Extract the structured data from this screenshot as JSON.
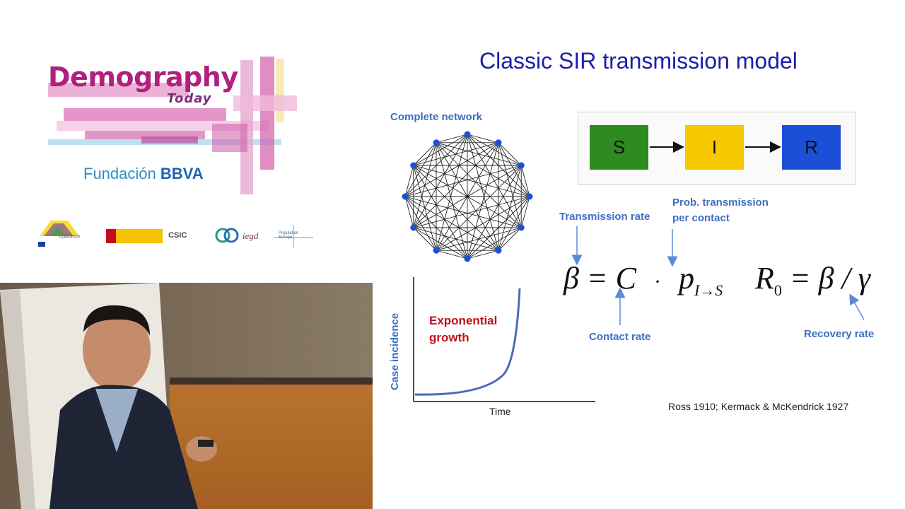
{
  "branding": {
    "title": "Demography",
    "subtitle": "Today",
    "foundation_prefix": "Fundación",
    "foundation_brand": "BBVA",
    "partners": [
      "LONGPOP",
      "CSIC",
      "iegd",
      "Population Europe"
    ]
  },
  "slide": {
    "title": "Classic SIR transmission model",
    "network_label": "Complete network",
    "sir_states": [
      "S",
      "I",
      "R"
    ],
    "sir_colors": [
      "#2e8b1f",
      "#f5c800",
      "#1c4fd8"
    ],
    "labels": {
      "transmission_rate": "Transmission rate",
      "prob_line1": "Prob. transmission",
      "prob_line2": "per contact",
      "contact_rate": "Contact rate",
      "recovery_rate": "Recovery rate"
    },
    "equations": {
      "beta_lhs": "β = C",
      "dot": "·",
      "p": "p",
      "p_sub": "I→S",
      "r0": "R",
      "r0_sub": "0",
      "r0_rhs": "= β / γ"
    },
    "growth_plot": {
      "annotation_line1": "Exponential",
      "annotation_line2": "growth",
      "ylabel": "Case incidence",
      "xlabel": "Time"
    },
    "citation": "Ross 1910; Kermack & McKendrick 1927"
  }
}
